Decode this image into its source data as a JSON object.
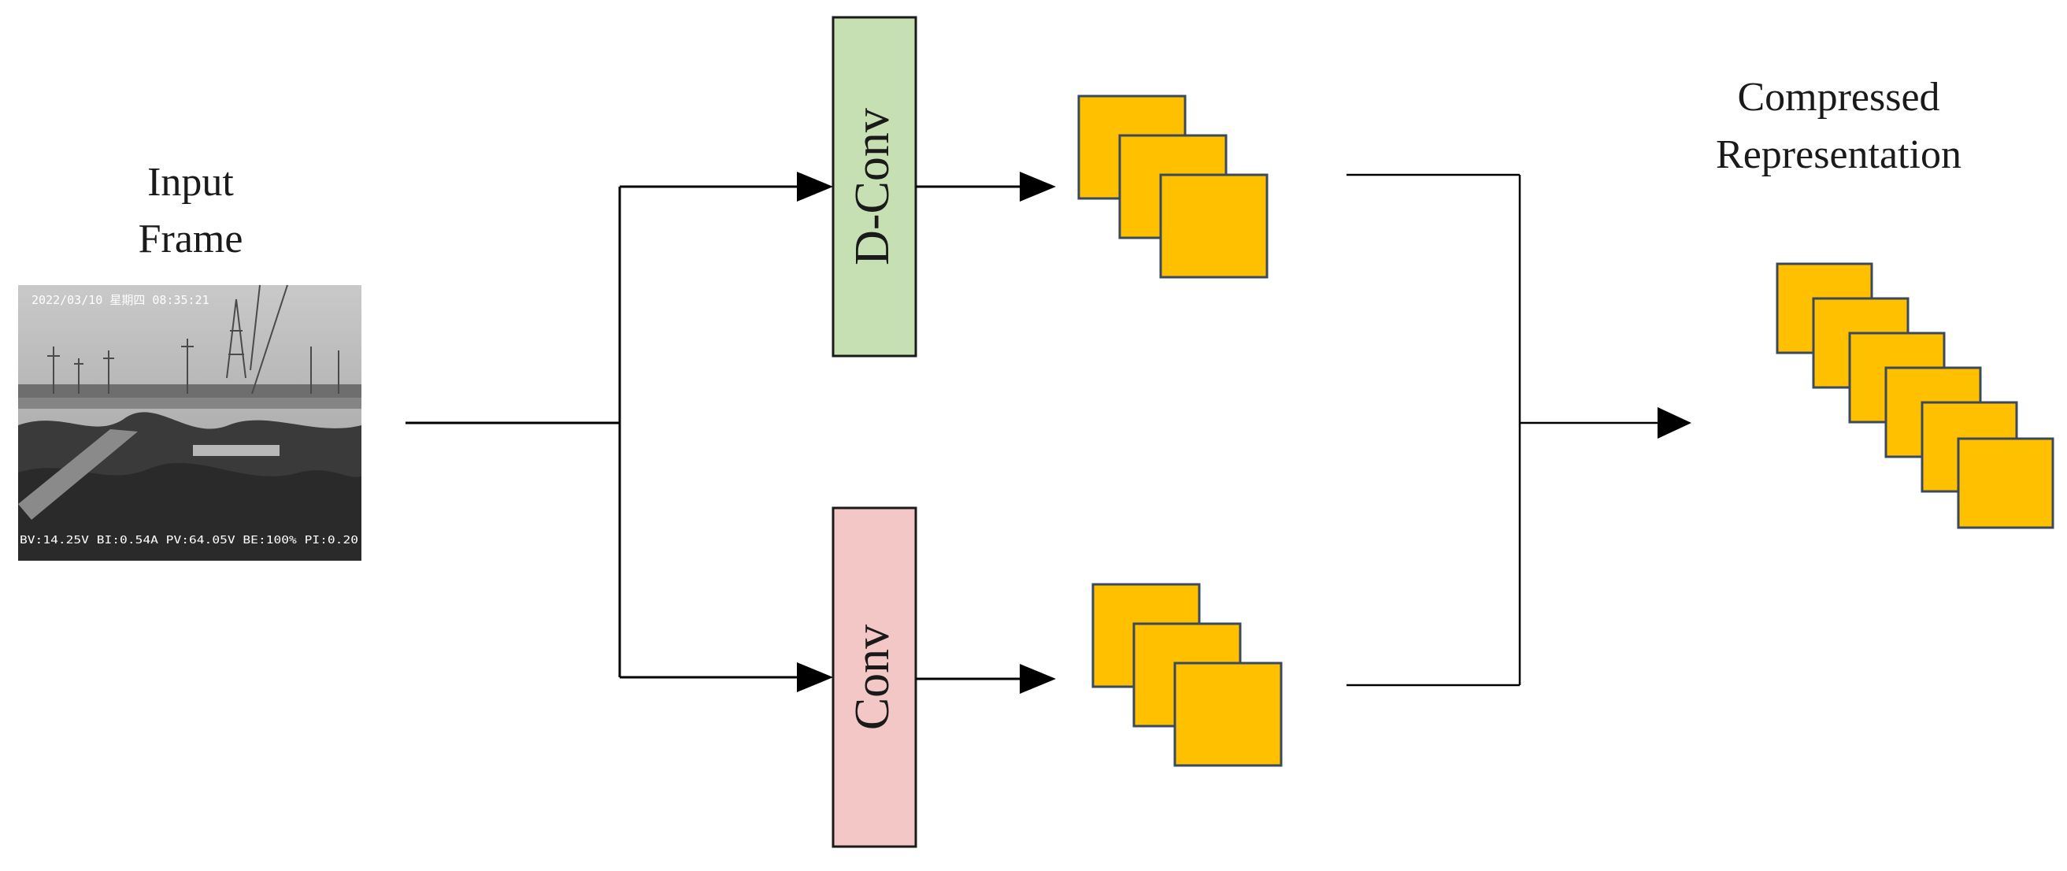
{
  "input": {
    "label_line1": "Input",
    "label_line2": "Frame",
    "photo": {
      "timestamp": "2022/03/10 星期四 08:35:21",
      "footer": "BV:14.25V BI:0.54A PV:64.05V BE:100% PI:0.20"
    }
  },
  "blocks": {
    "dconv": {
      "label": "D-Conv",
      "fill": "#c6e0b4"
    },
    "conv": {
      "label": "Conv",
      "fill": "#f4c7c7"
    }
  },
  "output": {
    "label_line1": "Compressed",
    "label_line2": "Representation"
  },
  "colors": {
    "feature_fill": "#ffc000",
    "feature_stroke": "#3a4a5c",
    "line": "#000000"
  }
}
